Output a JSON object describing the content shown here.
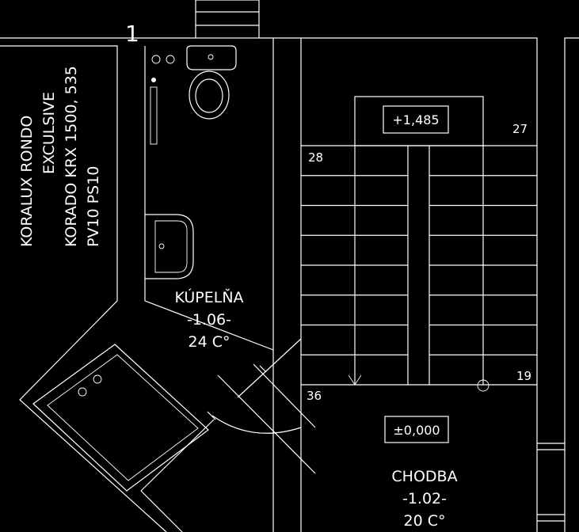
{
  "sheet_number": "1",
  "radiator_note": {
    "line1": "KORALUX RONDO",
    "line2": "EXCULSIVE",
    "line3": "KORADO KRX 1500, 535",
    "line4": "PV10  PS10"
  },
  "bathroom": {
    "name": "KÚPELŇA",
    "number": "-1.06-",
    "temperature": "24 C°"
  },
  "corridor": {
    "name": "CHODBA",
    "number": "-1.02-",
    "temperature": "20 C°"
  },
  "landing_level": "+1,485",
  "floor_level": "±0,000",
  "stair_steps": {
    "upper_left": "28",
    "upper_right": "27",
    "lower_right": "19",
    "lower_left": "36"
  }
}
